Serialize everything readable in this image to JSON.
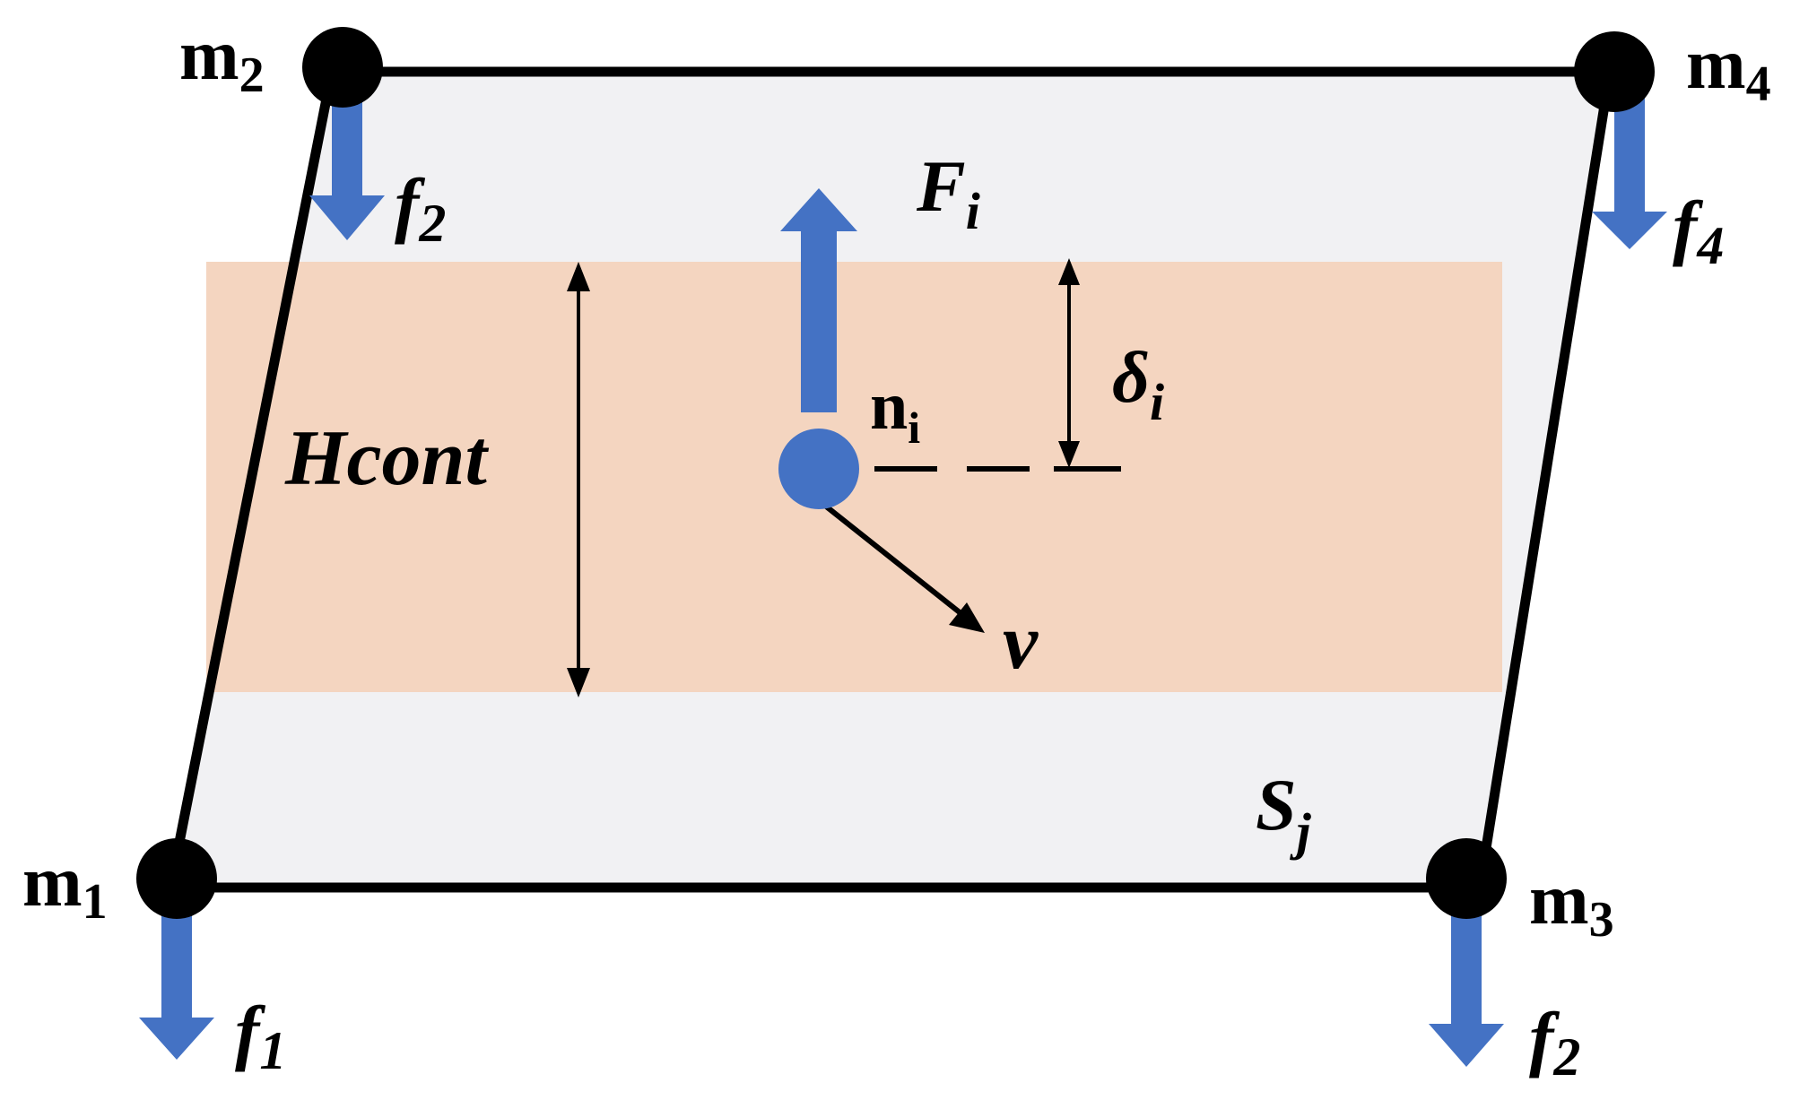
{
  "colors": {
    "surface": "#f1f1f3",
    "contact_band": "#f3d3bd",
    "edge": "#000000",
    "force_arrow": "#4472c4",
    "node": "#4472c4",
    "mass": "#000000"
  },
  "masses": [
    {
      "base": "m",
      "sub": "1"
    },
    {
      "base": "m",
      "sub": "2"
    },
    {
      "base": "m",
      "sub": "3"
    },
    {
      "base": "m",
      "sub": "4"
    }
  ],
  "forces": [
    {
      "base": "f",
      "sub": "1"
    },
    {
      "base": "f",
      "sub": "2"
    },
    {
      "base": "f",
      "sub": "2"
    },
    {
      "base": "f",
      "sub": "4"
    }
  ],
  "contact_force": {
    "base": "F",
    "sub": "i"
  },
  "node": {
    "base": "n",
    "sub": "i"
  },
  "penetration": {
    "base": "δ",
    "sub": "i"
  },
  "contact_height": "Hcont",
  "velocity": "v",
  "surface_label": {
    "base": "S",
    "sub": "j"
  }
}
